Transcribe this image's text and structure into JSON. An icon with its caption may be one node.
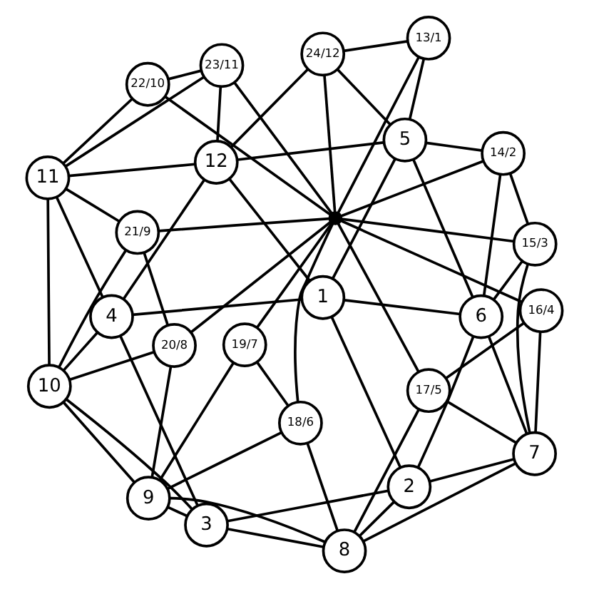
{
  "diagram": {
    "nodes": [
      {
        "text": [
          "1"
        ]
      },
      {
        "text": [
          "2"
        ]
      },
      {
        "text": [
          "3"
        ]
      },
      {
        "text": [
          "4"
        ]
      },
      {
        "text": [
          "5"
        ]
      },
      {
        "text": [
          "6"
        ]
      },
      {
        "text": [
          "7"
        ]
      },
      {
        "text": [
          "8"
        ]
      },
      {
        "text": [
          "9"
        ]
      },
      {
        "text": [
          "10"
        ]
      },
      {
        "text": [
          "11"
        ]
      },
      {
        "text": [
          "12"
        ]
      },
      {
        "text": [
          "13/1"
        ]
      },
      {
        "text": [
          "14/2"
        ]
      },
      {
        "text": [
          "15/3"
        ]
      },
      {
        "text": [
          "16/4"
        ]
      },
      {
        "text": [
          "17/5"
        ]
      },
      {
        "text": [
          "18/6"
        ]
      },
      {
        "text": [
          "19/7"
        ]
      },
      {
        "text": [
          "20/8"
        ]
      },
      {
        "text": [
          "21/9"
        ]
      },
      {
        "text": [
          "22/10"
        ]
      },
      {
        "text": [
          "23/11"
        ]
      },
      {
        "text": [
          "24/12"
        ]
      },
      {
        "text": [],
        "shape": "circle"
      }
    ],
    "edges": [
      {
        "from": 0,
        "to": 1,
        "arrow": "none"
      },
      {
        "from": 1,
        "to": 2,
        "arrow": "none"
      },
      {
        "from": 2,
        "to": 3,
        "arrow": "none"
      },
      {
        "from": 3,
        "to": 0,
        "arrow": "none"
      },
      {
        "from": 0,
        "to": 4,
        "arrow": "none"
      },
      {
        "from": 0,
        "to": 5,
        "arrow": "none"
      },
      {
        "from": 0,
        "to": 11,
        "arrow": "none"
      },
      {
        "from": 1,
        "to": 6,
        "arrow": "none"
      },
      {
        "from": 1,
        "to": 5,
        "arrow": "none"
      },
      {
        "from": 1,
        "to": 7,
        "arrow": "none"
      },
      {
        "from": 2,
        "to": 8,
        "arrow": "none"
      },
      {
        "from": 2,
        "to": 7,
        "arrow": "none"
      },
      {
        "from": 2,
        "to": 9,
        "arrow": "none"
      },
      {
        "from": 3,
        "to": 10,
        "arrow": "none"
      },
      {
        "from": 3,
        "to": 11,
        "arrow": "none"
      },
      {
        "from": 3,
        "to": 9,
        "arrow": "none"
      },
      {
        "from": 4,
        "to": 5,
        "arrow": "none"
      },
      {
        "from": 5,
        "to": 6,
        "arrow": "none"
      },
      {
        "from": 6,
        "to": 7,
        "arrow": "none"
      },
      {
        "from": 7,
        "to": 8,
        "arrow": "none"
      },
      {
        "from": 8,
        "to": 9,
        "arrow": "none"
      },
      {
        "from": 9,
        "to": 10,
        "arrow": "none"
      },
      {
        "from": 10,
        "to": 11,
        "arrow": "none"
      },
      {
        "from": 11,
        "to": 4,
        "arrow": "none"
      },
      {
        "from": 4,
        "to": 12,
        "arrow": "none"
      },
      {
        "from": 4,
        "to": 13,
        "arrow": "none"
      },
      {
        "from": 4,
        "to": 23,
        "arrow": "none"
      },
      {
        "from": 5,
        "to": 13,
        "arrow": "none"
      },
      {
        "from": 5,
        "to": 14,
        "arrow": "none"
      },
      {
        "from": 6,
        "to": 15,
        "arrow": "none"
      },
      {
        "from": 6,
        "to": 14,
        "arrow": "none"
      },
      {
        "from": 6,
        "to": 16,
        "arrow": "none"
      },
      {
        "from": 7,
        "to": 16,
        "arrow": "none"
      },
      {
        "from": 7,
        "to": 17,
        "arrow": "none"
      },
      {
        "from": 8,
        "to": 18,
        "arrow": "none"
      },
      {
        "from": 8,
        "to": 17,
        "arrow": "none"
      },
      {
        "from": 8,
        "to": 19,
        "arrow": "none"
      },
      {
        "from": 9,
        "to": 19,
        "arrow": "none"
      },
      {
        "from": 9,
        "to": 20,
        "arrow": "none"
      },
      {
        "from": 10,
        "to": 21,
        "arrow": "none"
      },
      {
        "from": 10,
        "to": 20,
        "arrow": "none"
      },
      {
        "from": 10,
        "to": 22,
        "arrow": "none"
      },
      {
        "from": 11,
        "to": 23,
        "arrow": "none"
      },
      {
        "from": 11,
        "to": 22,
        "arrow": "none"
      },
      {
        "from": 13,
        "to": 14,
        "arrow": "none"
      },
      {
        "from": 15,
        "to": 16,
        "arrow": "none"
      },
      {
        "from": 17,
        "to": 18,
        "arrow": "none"
      },
      {
        "from": 19,
        "to": 20,
        "arrow": "none"
      },
      {
        "from": 21,
        "to": 22,
        "arrow": "none"
      },
      {
        "from": 23,
        "to": 12,
        "arrow": "none"
      },
      {
        "from": 12,
        "to": 24,
        "arrow": "none"
      },
      {
        "from": 13,
        "to": 24,
        "arrow": "none"
      },
      {
        "from": 14,
        "to": 24,
        "arrow": "none"
      },
      {
        "from": 15,
        "to": 24,
        "arrow": "none"
      },
      {
        "from": 16,
        "to": 24,
        "arrow": "none"
      },
      {
        "from": 17,
        "to": 24,
        "arrow": "none"
      },
      {
        "from": 18,
        "to": 24,
        "arrow": "none"
      },
      {
        "from": 19,
        "to": 24,
        "arrow": "none"
      },
      {
        "from": 20,
        "to": 24,
        "arrow": "none"
      },
      {
        "from": 21,
        "to": 24,
        "arrow": "none"
      },
      {
        "from": 22,
        "to": 24,
        "arrow": "none"
      },
      {
        "from": 23,
        "to": 24,
        "arrow": "none"
      }
    ]
  }
}
